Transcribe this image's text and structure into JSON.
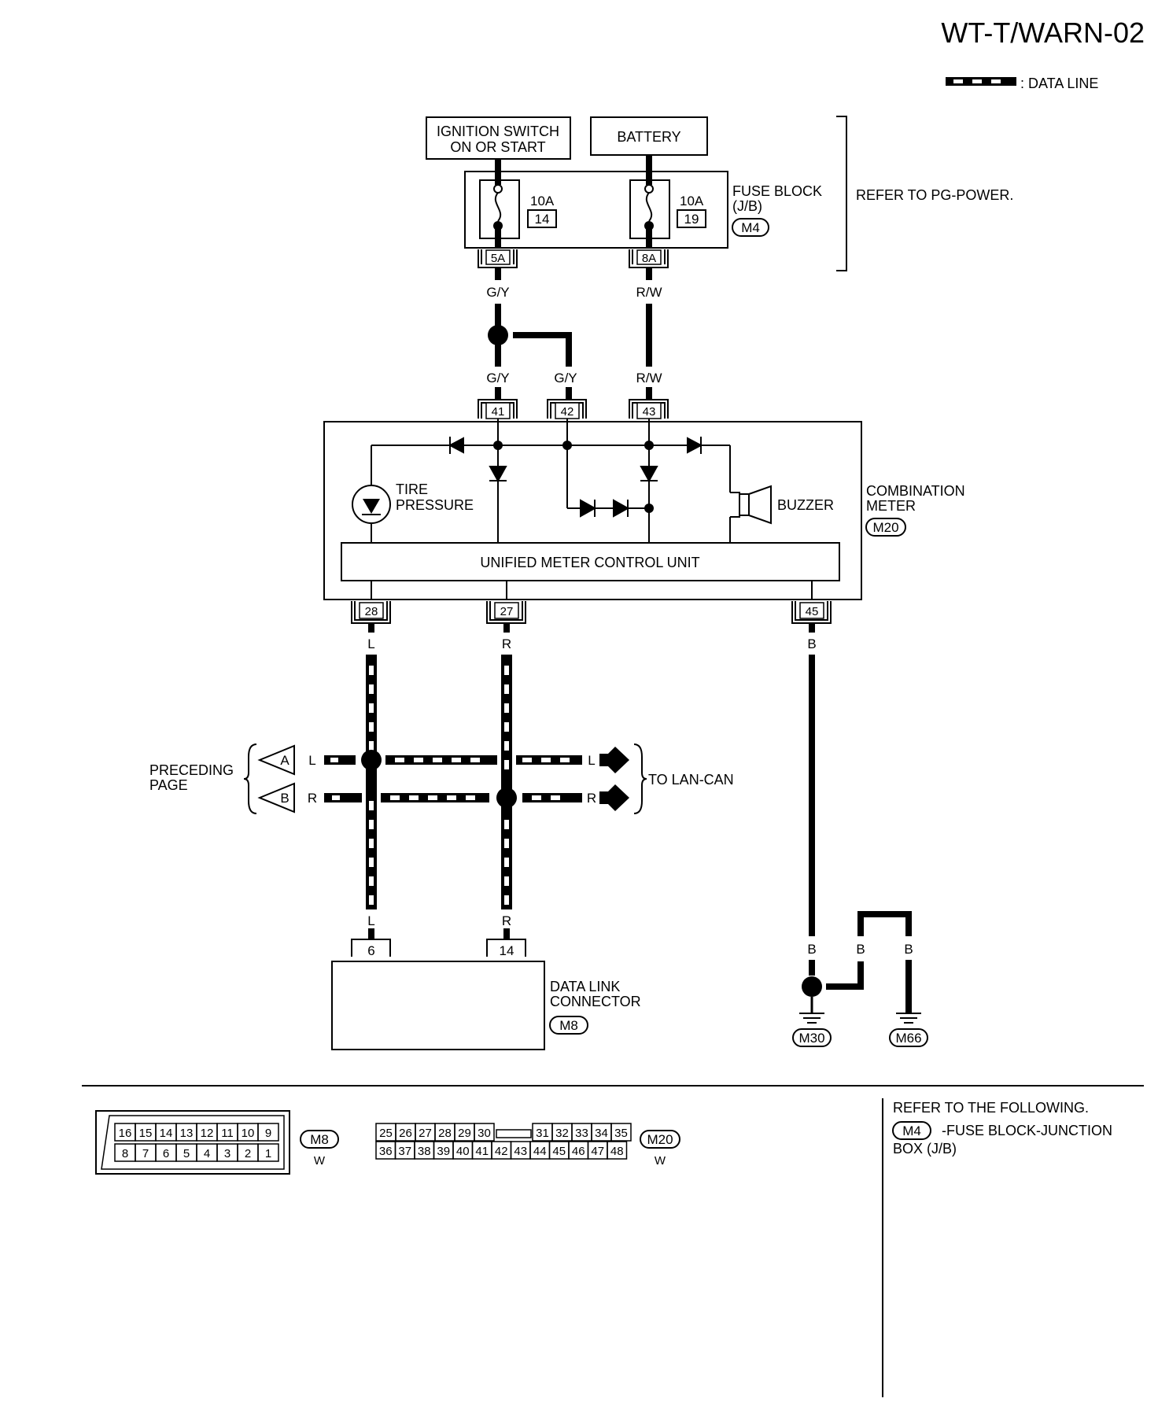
{
  "page": {
    "title": "WT-T/WARN-02"
  },
  "legend": {
    "data_line_label": ": DATA LINE"
  },
  "power": {
    "ignition_line1": "IGNITION SWITCH",
    "ignition_line2": "ON OR START",
    "battery": "BATTERY",
    "fuse_block_line1": "FUSE BLOCK",
    "fuse_block_line2": "(J/B)",
    "fuse_block_conn": "M4",
    "refer_pg": "REFER TO PG-POWER.",
    "fuse1_amp": "10A",
    "fuse1_num": "14",
    "fuse2_amp": "10A",
    "fuse2_num": "19",
    "fuse1_term": "5A",
    "fuse2_term": "8A"
  },
  "wires": {
    "gy": "G/Y",
    "rw": "R/W",
    "l": "L",
    "r": "R",
    "b": "B"
  },
  "meter": {
    "term41": "41",
    "term42": "42",
    "term43": "43",
    "tire_line1": "TIRE",
    "tire_line2": "PRESSURE",
    "buzzer": "BUZZER",
    "name_line1": "COMBINATION",
    "name_line2": "METER",
    "conn": "M20",
    "unit": "UNIFIED METER CONTROL UNIT",
    "term28": "28",
    "term27": "27",
    "term45": "45"
  },
  "can": {
    "preceding_line1": "PRECEDING",
    "preceding_line2": "PAGE",
    "arrow_a": "A",
    "arrow_b": "B",
    "to_lan": "TO LAN-CAN"
  },
  "dlc": {
    "term6": "6",
    "term14": "14",
    "name_line1": "DATA LINK",
    "name_line2": "CONNECTOR",
    "conn": "M8"
  },
  "grounds": {
    "g1": "M30",
    "g2": "M66"
  },
  "connectors": {
    "m8": {
      "conn": "M8",
      "color": "W",
      "top": [
        "16",
        "15",
        "14",
        "13",
        "12",
        "11",
        "10",
        "9"
      ],
      "bottom": [
        "8",
        "7",
        "6",
        "5",
        "4",
        "3",
        "2",
        "1"
      ]
    },
    "m20": {
      "conn": "M20",
      "color": "W",
      "top_left": [
        "25",
        "26",
        "27",
        "28",
        "29",
        "30"
      ],
      "top_right": [
        "31",
        "32",
        "33",
        "34",
        "35"
      ],
      "bottom": [
        "36",
        "37",
        "38",
        "39",
        "40",
        "41",
        "42",
        "43",
        "44",
        "45",
        "46",
        "47",
        "48"
      ]
    }
  },
  "refer": {
    "line1": "REFER TO THE FOLLOWING.",
    "conn": "M4",
    "line2": "-FUSE BLOCK-JUNCTION",
    "line3": "BOX (J/B)"
  }
}
